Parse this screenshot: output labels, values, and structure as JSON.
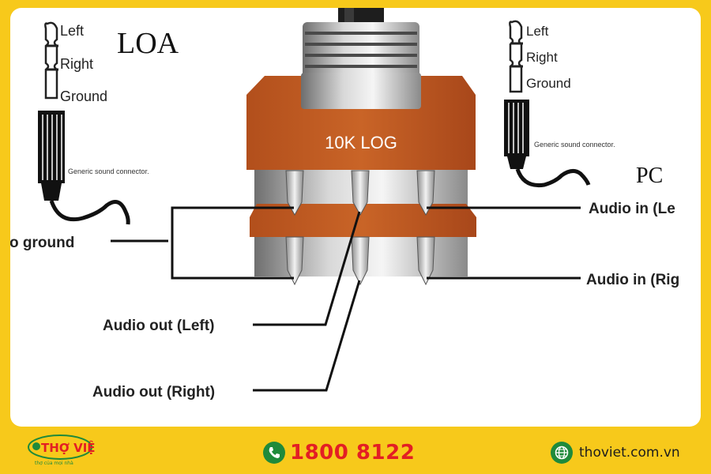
{
  "diagram": {
    "left_jack": {
      "labels": [
        "Left",
        "Right",
        "Ground"
      ],
      "connector_caption": "Generic sound connector."
    },
    "right_jack": {
      "labels": [
        "Left",
        "Right",
        "Ground"
      ],
      "connector_caption": "Generic sound connector."
    },
    "left_device_label": "LOA",
    "right_device_label": "PC",
    "potentiometer_label": "10K LOG",
    "pin_labels": {
      "ground": "o ground",
      "audio_in_left": "Audio in (Le",
      "audio_in_right": "Audio in (Rig",
      "audio_out_left": "Audio out (Left)",
      "audio_out_right": "Audio out (Right)"
    }
  },
  "footer": {
    "brand_name": "THỢ VIỆT",
    "brand_tagline": "thợ của mọi nhà",
    "phone": "1800 8122",
    "website": "thoviet.com.vn",
    "colors": {
      "background": "#f7c91b",
      "phone": "#e31e24",
      "icon": "#1f8a3b"
    }
  }
}
